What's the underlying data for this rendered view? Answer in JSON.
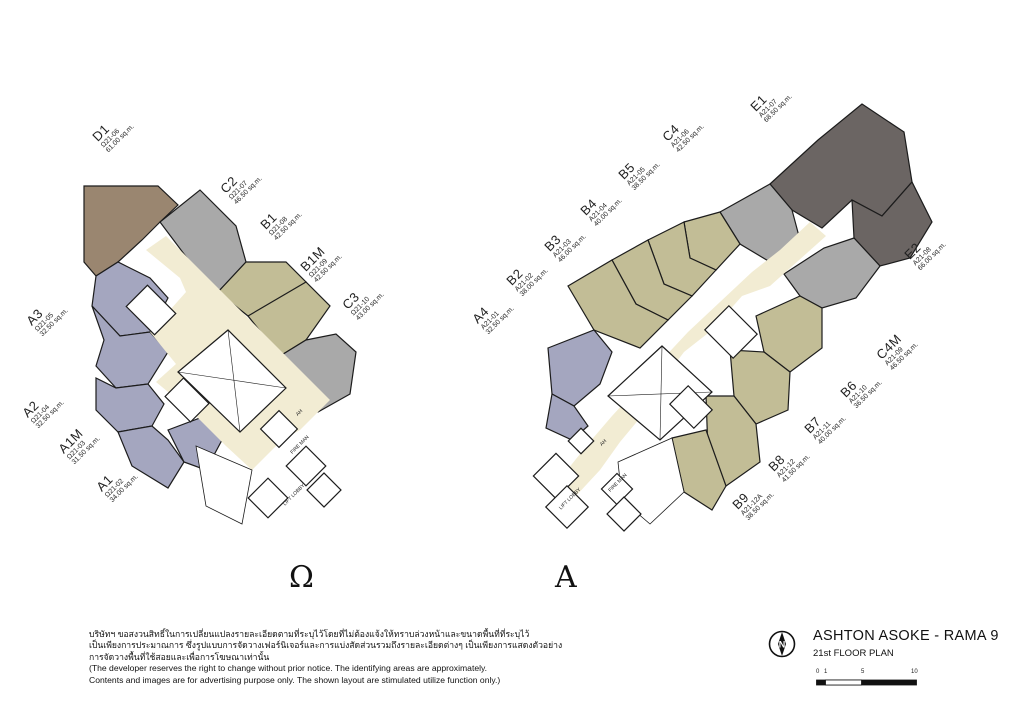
{
  "tower_left": {
    "symbol": "Ω",
    "units": [
      {
        "code": "D1",
        "number": "Ω21-06",
        "area": "61.00 sq.m."
      },
      {
        "code": "C2",
        "number": "Ω21-07",
        "area": "46.50 sq.m."
      },
      {
        "code": "B1",
        "number": "Ω21-08",
        "area": "42.50 sq.m."
      },
      {
        "code": "B1M",
        "number": "Ω21-09",
        "area": "42.50 sq.m."
      },
      {
        "code": "C3",
        "number": "Ω21-10",
        "area": "43.00 sq.m."
      },
      {
        "code": "A3",
        "number": "Ω21-05",
        "area": "32.50 sq.m."
      },
      {
        "code": "A2",
        "number": "Ω21-04",
        "area": "32.50 sq.m."
      },
      {
        "code": "A1M",
        "number": "Ω21-03",
        "area": "31.50 sq.m."
      },
      {
        "code": "A1",
        "number": "Ω21-02",
        "area": "34.00 sq.m."
      }
    ],
    "tags": {
      "lobby": "LIFT LOBBY",
      "fireman": "FIRE MAN",
      "ah": "AH"
    }
  },
  "tower_right": {
    "symbol": "A",
    "units": [
      {
        "code": "A4",
        "number": "A21-01",
        "area": "32.50 sq.m."
      },
      {
        "code": "B2",
        "number": "A21-02",
        "area": "38.00 sq.m."
      },
      {
        "code": "B3",
        "number": "A21-03",
        "area": "46.00 sq.m."
      },
      {
        "code": "B4",
        "number": "A21-04",
        "area": "40.00 sq.m."
      },
      {
        "code": "B5",
        "number": "A21-05",
        "area": "38.50 sq.m."
      },
      {
        "code": "C4",
        "number": "A21-06",
        "area": "42.50 sq.m."
      },
      {
        "code": "E1",
        "number": "A21-07",
        "area": "68.50 sq.m."
      },
      {
        "code": "E2",
        "number": "A21-08",
        "area": "66.00 sq.m."
      },
      {
        "code": "C4M",
        "number": "A21-09",
        "area": "46.50 sq.m."
      },
      {
        "code": "B6",
        "number": "A21-10",
        "area": "36.50 sq.m."
      },
      {
        "code": "B7",
        "number": "A21-11",
        "area": "40.00 sq.m."
      },
      {
        "code": "B8",
        "number": "A21-12",
        "area": "41.50 sq.m."
      },
      {
        "code": "B9",
        "number": "A21-12A",
        "area": "38.50 sq.m."
      }
    ],
    "tags": {
      "lobby": "LIFT LOBBY",
      "fireman": "FIRE MAN",
      "ah": "AH"
    }
  },
  "disclaimer": {
    "thai_line1": "บริษัทฯ ขอสงวนสิทธิ์ในการเปลี่ยนแปลงรายละเอียดตามที่ระบุไว้โดยที่ไม่ต้องแจ้งให้ทราบล่วงหน้าและขนาดพื้นที่ที่ระบุไว้",
    "thai_line2": "เป็นเพียงการประมาณการ ซึ่งรูปแบบการจัดวางเฟอร์นิเจอร์และการแบ่งสัดส่วนรวมถึงรายละเอียดต่างๆ เป็นเพียงการแสดงตัวอย่าง",
    "thai_line3": "การจัดวางพื้นที่ใช้สอยและเพื่อการโฆษณาเท่านั้น",
    "en_line1": "(The developer reserves the right to change without prior notice. The identifying areas are approximately.",
    "en_line2": "Contents and images are for advertising purpose only. The shown layout are stimulated utilize function only.)"
  },
  "title": {
    "project": "ASHTON ASOKE - RAMA 9",
    "floor": "21st FLOOR PLAN",
    "north_label": "N",
    "scale_labels": [
      "0",
      "1",
      "5",
      "10"
    ]
  },
  "colors": {
    "purple": "#a4a6bf",
    "olive": "#c2bd96",
    "grey": "#a9a9a9",
    "brown": "#9a8670",
    "darkgrey": "#6b6563",
    "corridor": "#f2ecd3",
    "wall": "#1c1c1c"
  }
}
